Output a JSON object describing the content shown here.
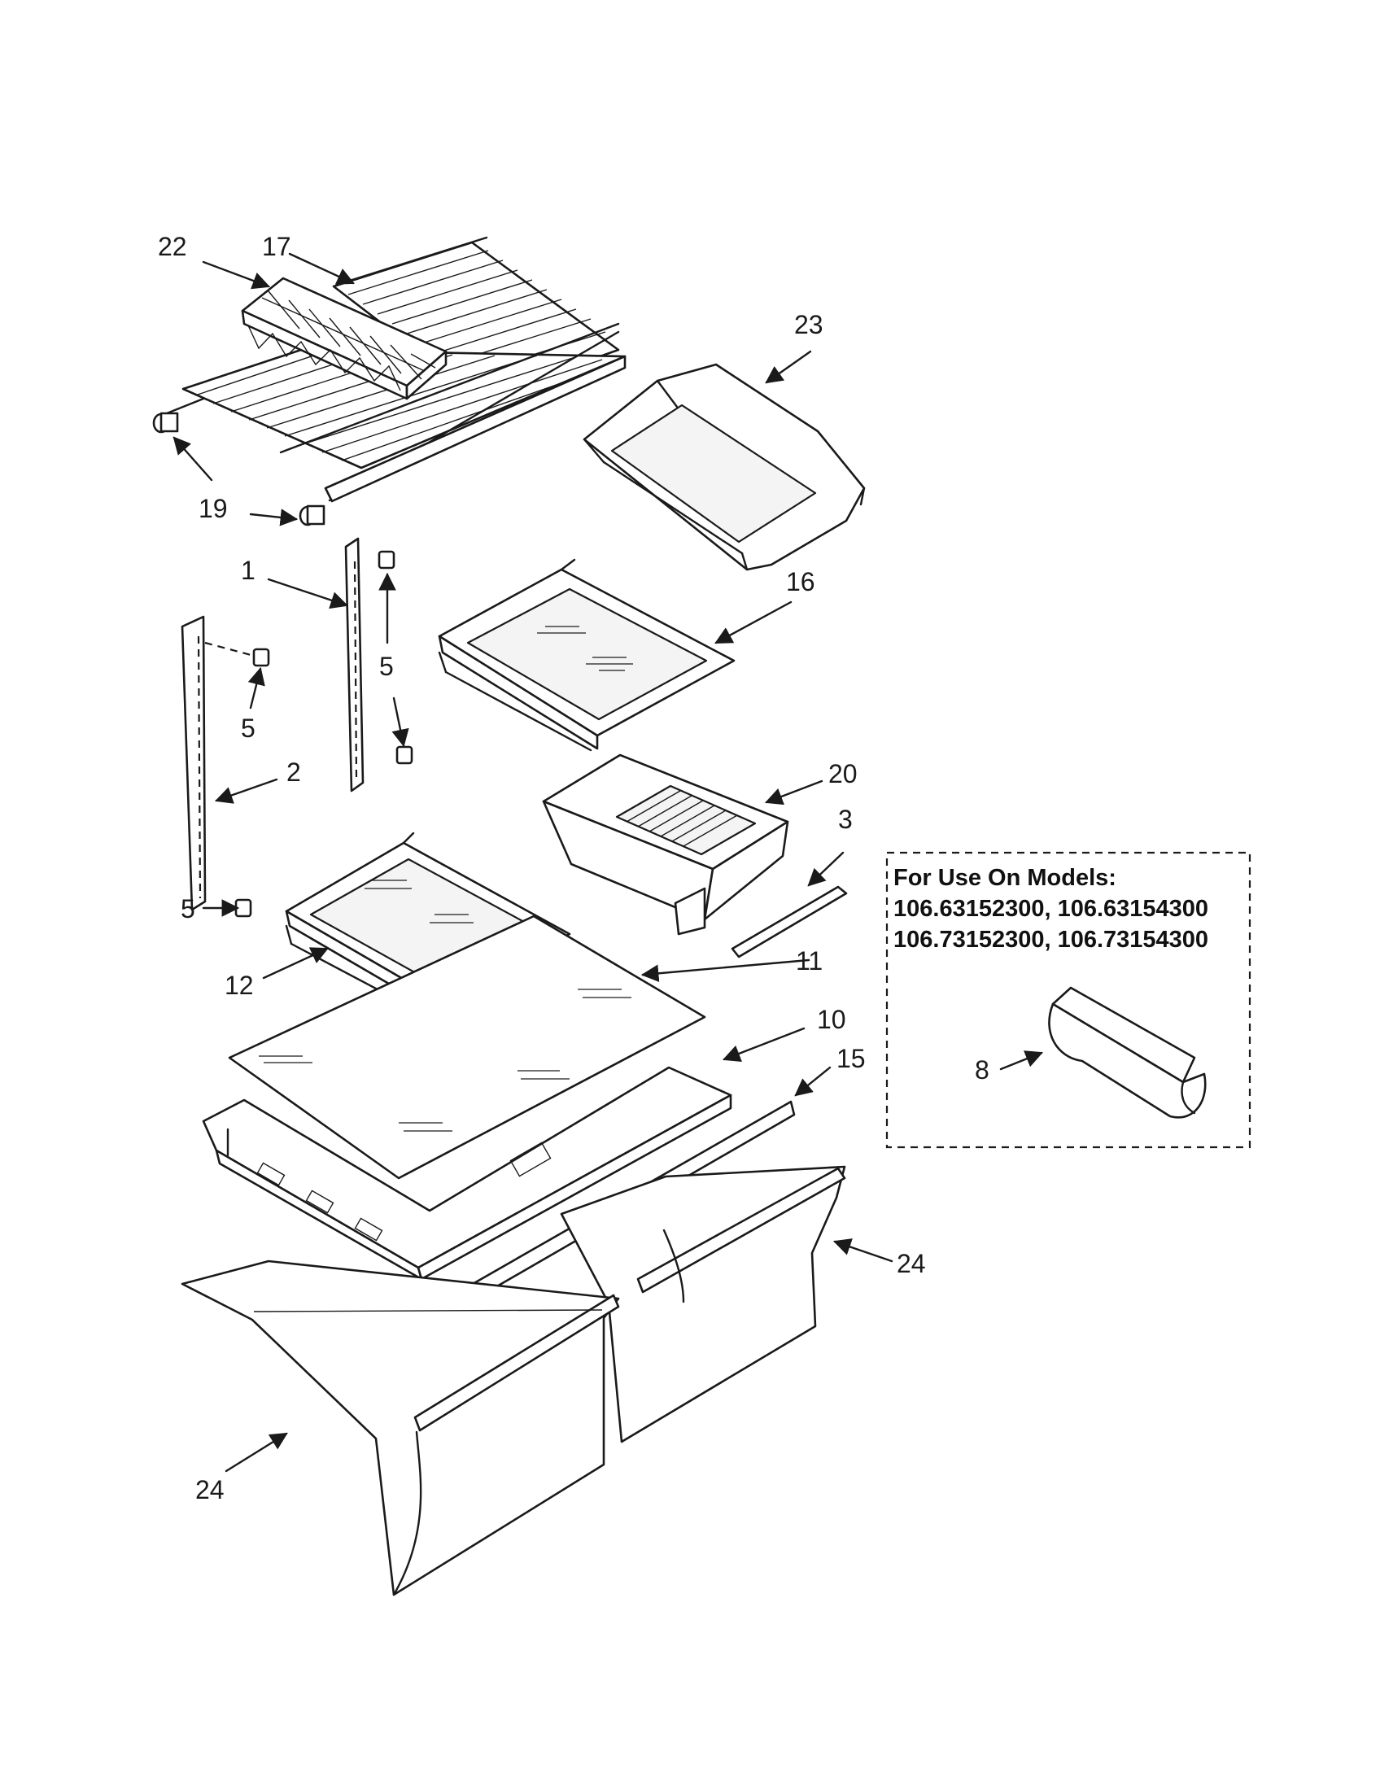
{
  "callouts": {
    "c22": "22",
    "c17": "17",
    "c23": "23",
    "c19": "19",
    "c1": "1",
    "c16": "16",
    "c5a": "5",
    "c5b": "5",
    "c2": "2",
    "c20": "20",
    "c3": "3",
    "c5c": "5",
    "c12": "12",
    "c11": "11",
    "c10": "10",
    "c15": "15",
    "c24a": "24",
    "c24b": "24",
    "c8": "8"
  },
  "models_box": {
    "title": "For Use On Models:",
    "line1": "106.63152300, 106.63154300",
    "line2": "106.73152300, 106.73154300"
  }
}
